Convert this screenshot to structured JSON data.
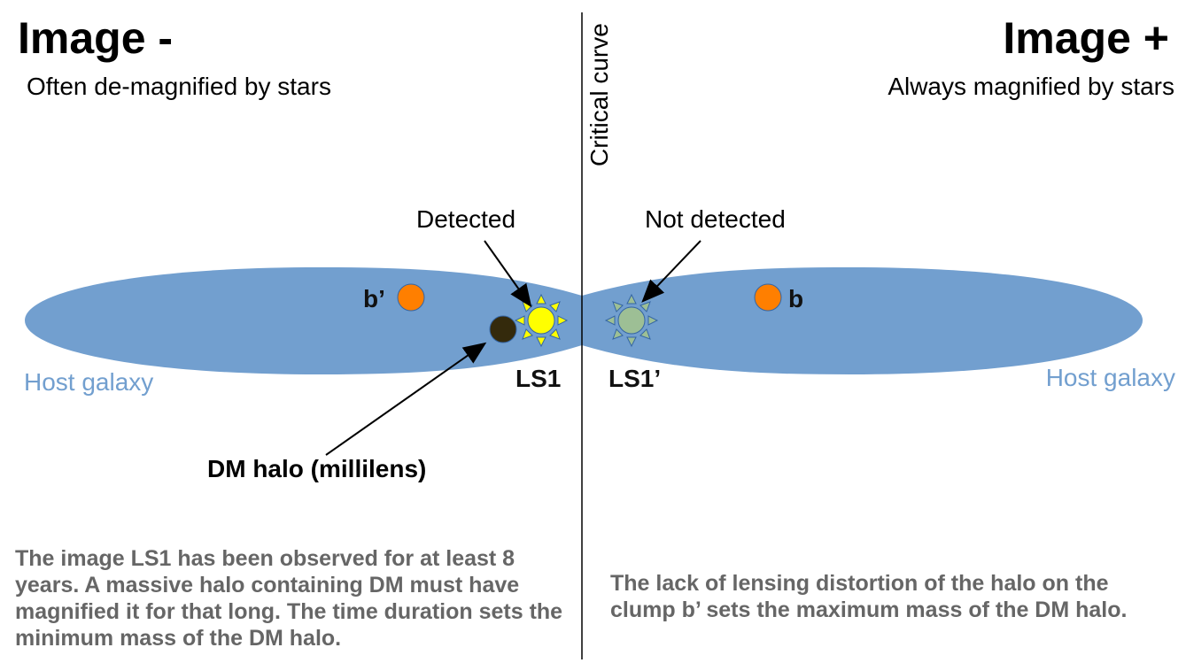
{
  "left_panel": {
    "title": "Image -",
    "subtitle": "Often de-magnified by stars",
    "galaxy_label": "Host galaxy",
    "clump_label": "b’",
    "source_label": "LS1",
    "source_annotation": "Detected",
    "halo_label": "DM halo (millilens)",
    "note": "The image LS1 has been observed for at least 8 years. A massive halo containing DM must have magnified it for that long. The time duration sets the minimum mass of the DM halo."
  },
  "right_panel": {
    "title": "Image +",
    "subtitle": "Always magnified by stars",
    "galaxy_label": "Host galaxy",
    "clump_label": "b",
    "source_label": "LS1’",
    "source_annotation": "Not detected",
    "note": "The lack of lensing distortion of the halo on the clump b’ sets the maximum mass of the DM halo."
  },
  "divider": {
    "label": "Critical curve"
  },
  "colors": {
    "galaxy": "#729fcf",
    "clump": "#ff7f00",
    "detected_star": "#ffff00",
    "undetected_star": "#9dbf95",
    "dm_halo": "#342a0c",
    "note_text": "#666666"
  }
}
